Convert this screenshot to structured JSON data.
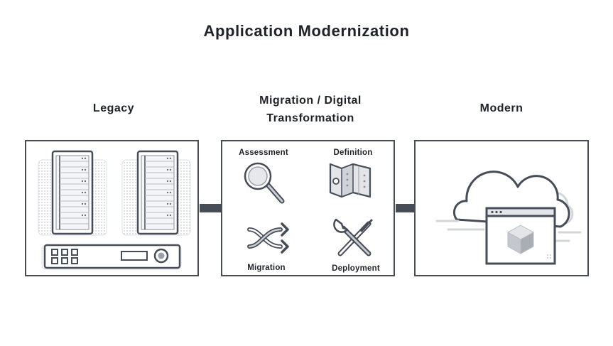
{
  "title": "Application Modernization",
  "columns": {
    "legacy": {
      "label": "Legacy"
    },
    "migration": {
      "label_line1": "Migration / Digital",
      "label_line2": "Transformation"
    },
    "modern": {
      "label": "Modern"
    }
  },
  "steps": {
    "assessment": "Assessment",
    "definition": "Definition",
    "migration": "Migration",
    "deployment": "Deployment"
  },
  "colors": {
    "outline": "#474d57",
    "dot_pattern": "#c8ccd2",
    "light_fill": "#e6e8eb",
    "mid_gray": "#9aa0a8"
  }
}
